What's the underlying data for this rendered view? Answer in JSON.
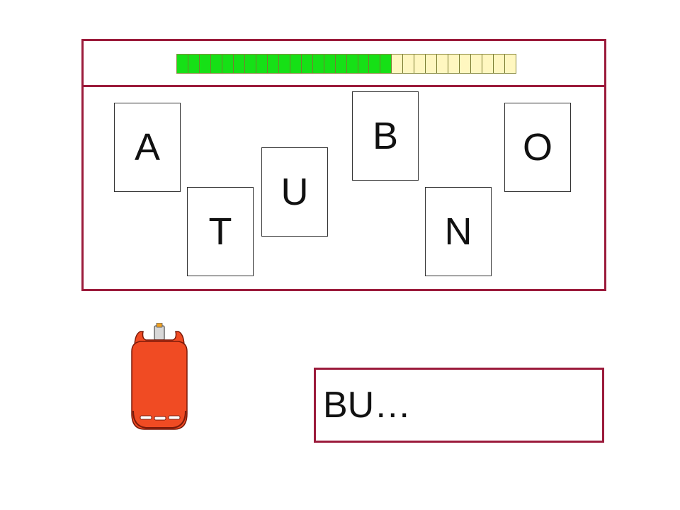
{
  "progress": {
    "completed": 19,
    "total": 30
  },
  "cards": [
    {
      "id": "a",
      "letter": "A"
    },
    {
      "id": "t",
      "letter": "T"
    },
    {
      "id": "u",
      "letter": "U"
    },
    {
      "id": "b",
      "letter": "B"
    },
    {
      "id": "n",
      "letter": "N"
    },
    {
      "id": "o",
      "letter": "O"
    }
  ],
  "answer": {
    "text": "BU…"
  },
  "picture": {
    "icon": "gas-cylinder-icon",
    "color": "#f04b23"
  },
  "colors": {
    "frame": "#9b1b3b",
    "progress_done": "#16e016",
    "progress_todo": "#fff7c0"
  }
}
